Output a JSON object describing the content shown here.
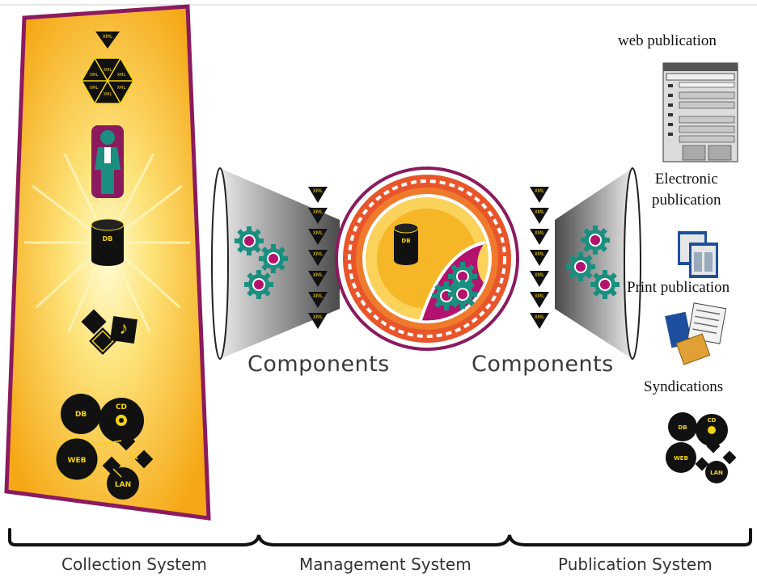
{
  "components_left": "Components",
  "components_right": "Components",
  "outputs": {
    "web": "web publication",
    "electronic": "Electronic\npublication",
    "print": "Print publication",
    "syndications": "Syndications"
  },
  "sections": {
    "collection": "Collection System",
    "management": "Management System",
    "publication": "Publication System"
  },
  "badges": {
    "xml": "XML",
    "db": "DB",
    "cd": "CD",
    "web": "WEB",
    "lan": "LAN"
  },
  "colors": {
    "orange": "#f5a817",
    "purple": "#8b1a5e",
    "teal": "#1a8f80",
    "magenta": "#b3126e"
  }
}
